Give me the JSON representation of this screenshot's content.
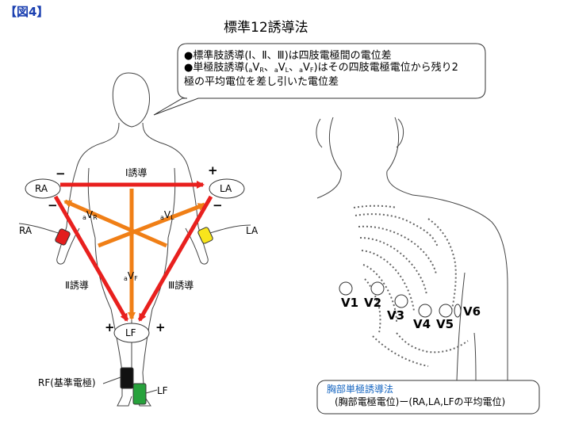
{
  "figure_label": "【図4】",
  "title": "標準12誘導法",
  "note": {
    "line1": "●標準肢誘導(Ⅰ、Ⅱ、Ⅲ)は四肢電極間の電位差",
    "line2_prefix": "●単極肢誘導(",
    "line2_a1": "a",
    "line2_v1": "V",
    "line2_r": "R",
    "line2_sep1": "、",
    "line2_a2": "a",
    "line2_v2": "V",
    "line2_l": "L",
    "line2_sep2": "、",
    "line2_a3": "a",
    "line2_v3": "V",
    "line2_f": "F",
    "line2_suffix": ")はその四肢電極電位から残り2",
    "line3": "極の平均電位を差し引いた電位差"
  },
  "limb": {
    "ra_node": "RA",
    "la_node": "LA",
    "lf_node": "LF",
    "ra_side": "RA",
    "la_side": "LA",
    "lead1": "Ⅰ誘導",
    "lead2": "Ⅱ誘導",
    "lead3": "Ⅲ誘導",
    "avr_a": "a",
    "avr_v": "V",
    "avr_sub": "R",
    "avl_a": "a",
    "avl_v": "V",
    "avl_sub": "L",
    "avf_a": "a",
    "avf_v": "V",
    "avf_sub": "F",
    "minus": "−",
    "plus": "+",
    "rf": "RF(基準電極)",
    "lf_foot": "LF"
  },
  "chest": {
    "labels": [
      "V1",
      "V2",
      "V3",
      "V4",
      "V5",
      "V6"
    ],
    "title": "胸部単極誘導法",
    "formula": "(胸部電極電位)ー(RA,LA,LFの平均電位)"
  },
  "colors": {
    "lead_red": "#e8201e",
    "aug_orange": "#f07f16",
    "electrode_red": "#e31d1d",
    "electrode_yellow": "#f8e51c",
    "electrode_black": "#111111",
    "electrode_green": "#27a23c",
    "figure_label_blue": "#1a3fb0",
    "chest_title_blue": "#1565c0"
  }
}
